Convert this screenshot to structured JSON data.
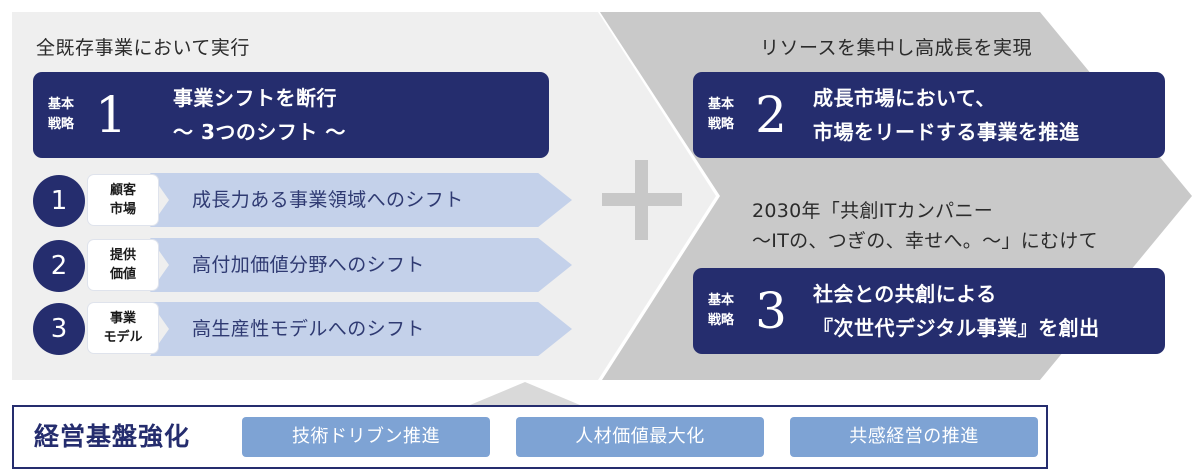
{
  "left_panel": {
    "heading": "全既存事業において実行",
    "strategy": {
      "tag_line1": "基本",
      "tag_line2": "戦略",
      "number": "1",
      "line1": "事業シフトを断行",
      "line2": "～ 3つのシフト ～"
    },
    "shifts": [
      {
        "number": "1",
        "label_line1": "顧客",
        "label_line2": "市場",
        "text": "成長力ある事業領域へのシフト"
      },
      {
        "number": "2",
        "label_line1": "提供",
        "label_line2": "価値",
        "text": "高付加価値分野へのシフト"
      },
      {
        "number": "3",
        "label_line1": "事業",
        "label_line2": "モデル",
        "text": "高生産性モデルへのシフト"
      }
    ]
  },
  "right_panel": {
    "heading": "リソースを集中し高成長を実現",
    "strategy2": {
      "tag_line1": "基本",
      "tag_line2": "戦略",
      "number": "2",
      "line1": "成長市場において、",
      "line2": "市場をリードする事業を推進"
    },
    "goal_line1": "2030年「共創ITカンパニー",
    "goal_line2": "～ITの、つぎの、幸せへ。～」にむけて",
    "strategy3": {
      "tag_line1": "基本",
      "tag_line2": "戦略",
      "number": "3",
      "line1": "社会との共創による",
      "line2": "『次世代デジタル事業』を創出"
    }
  },
  "foundation": {
    "title": "経営基盤強化",
    "items": [
      "技術ドリブン推進",
      "人材価値最大化",
      "共感経営の推進"
    ]
  },
  "colors": {
    "navy": "#252d6e",
    "light_blue": "#c4d1ea",
    "pill_blue": "#7ea3d4",
    "panel_gray": "#efefef",
    "arrow_gray": "#c9c9c9"
  }
}
